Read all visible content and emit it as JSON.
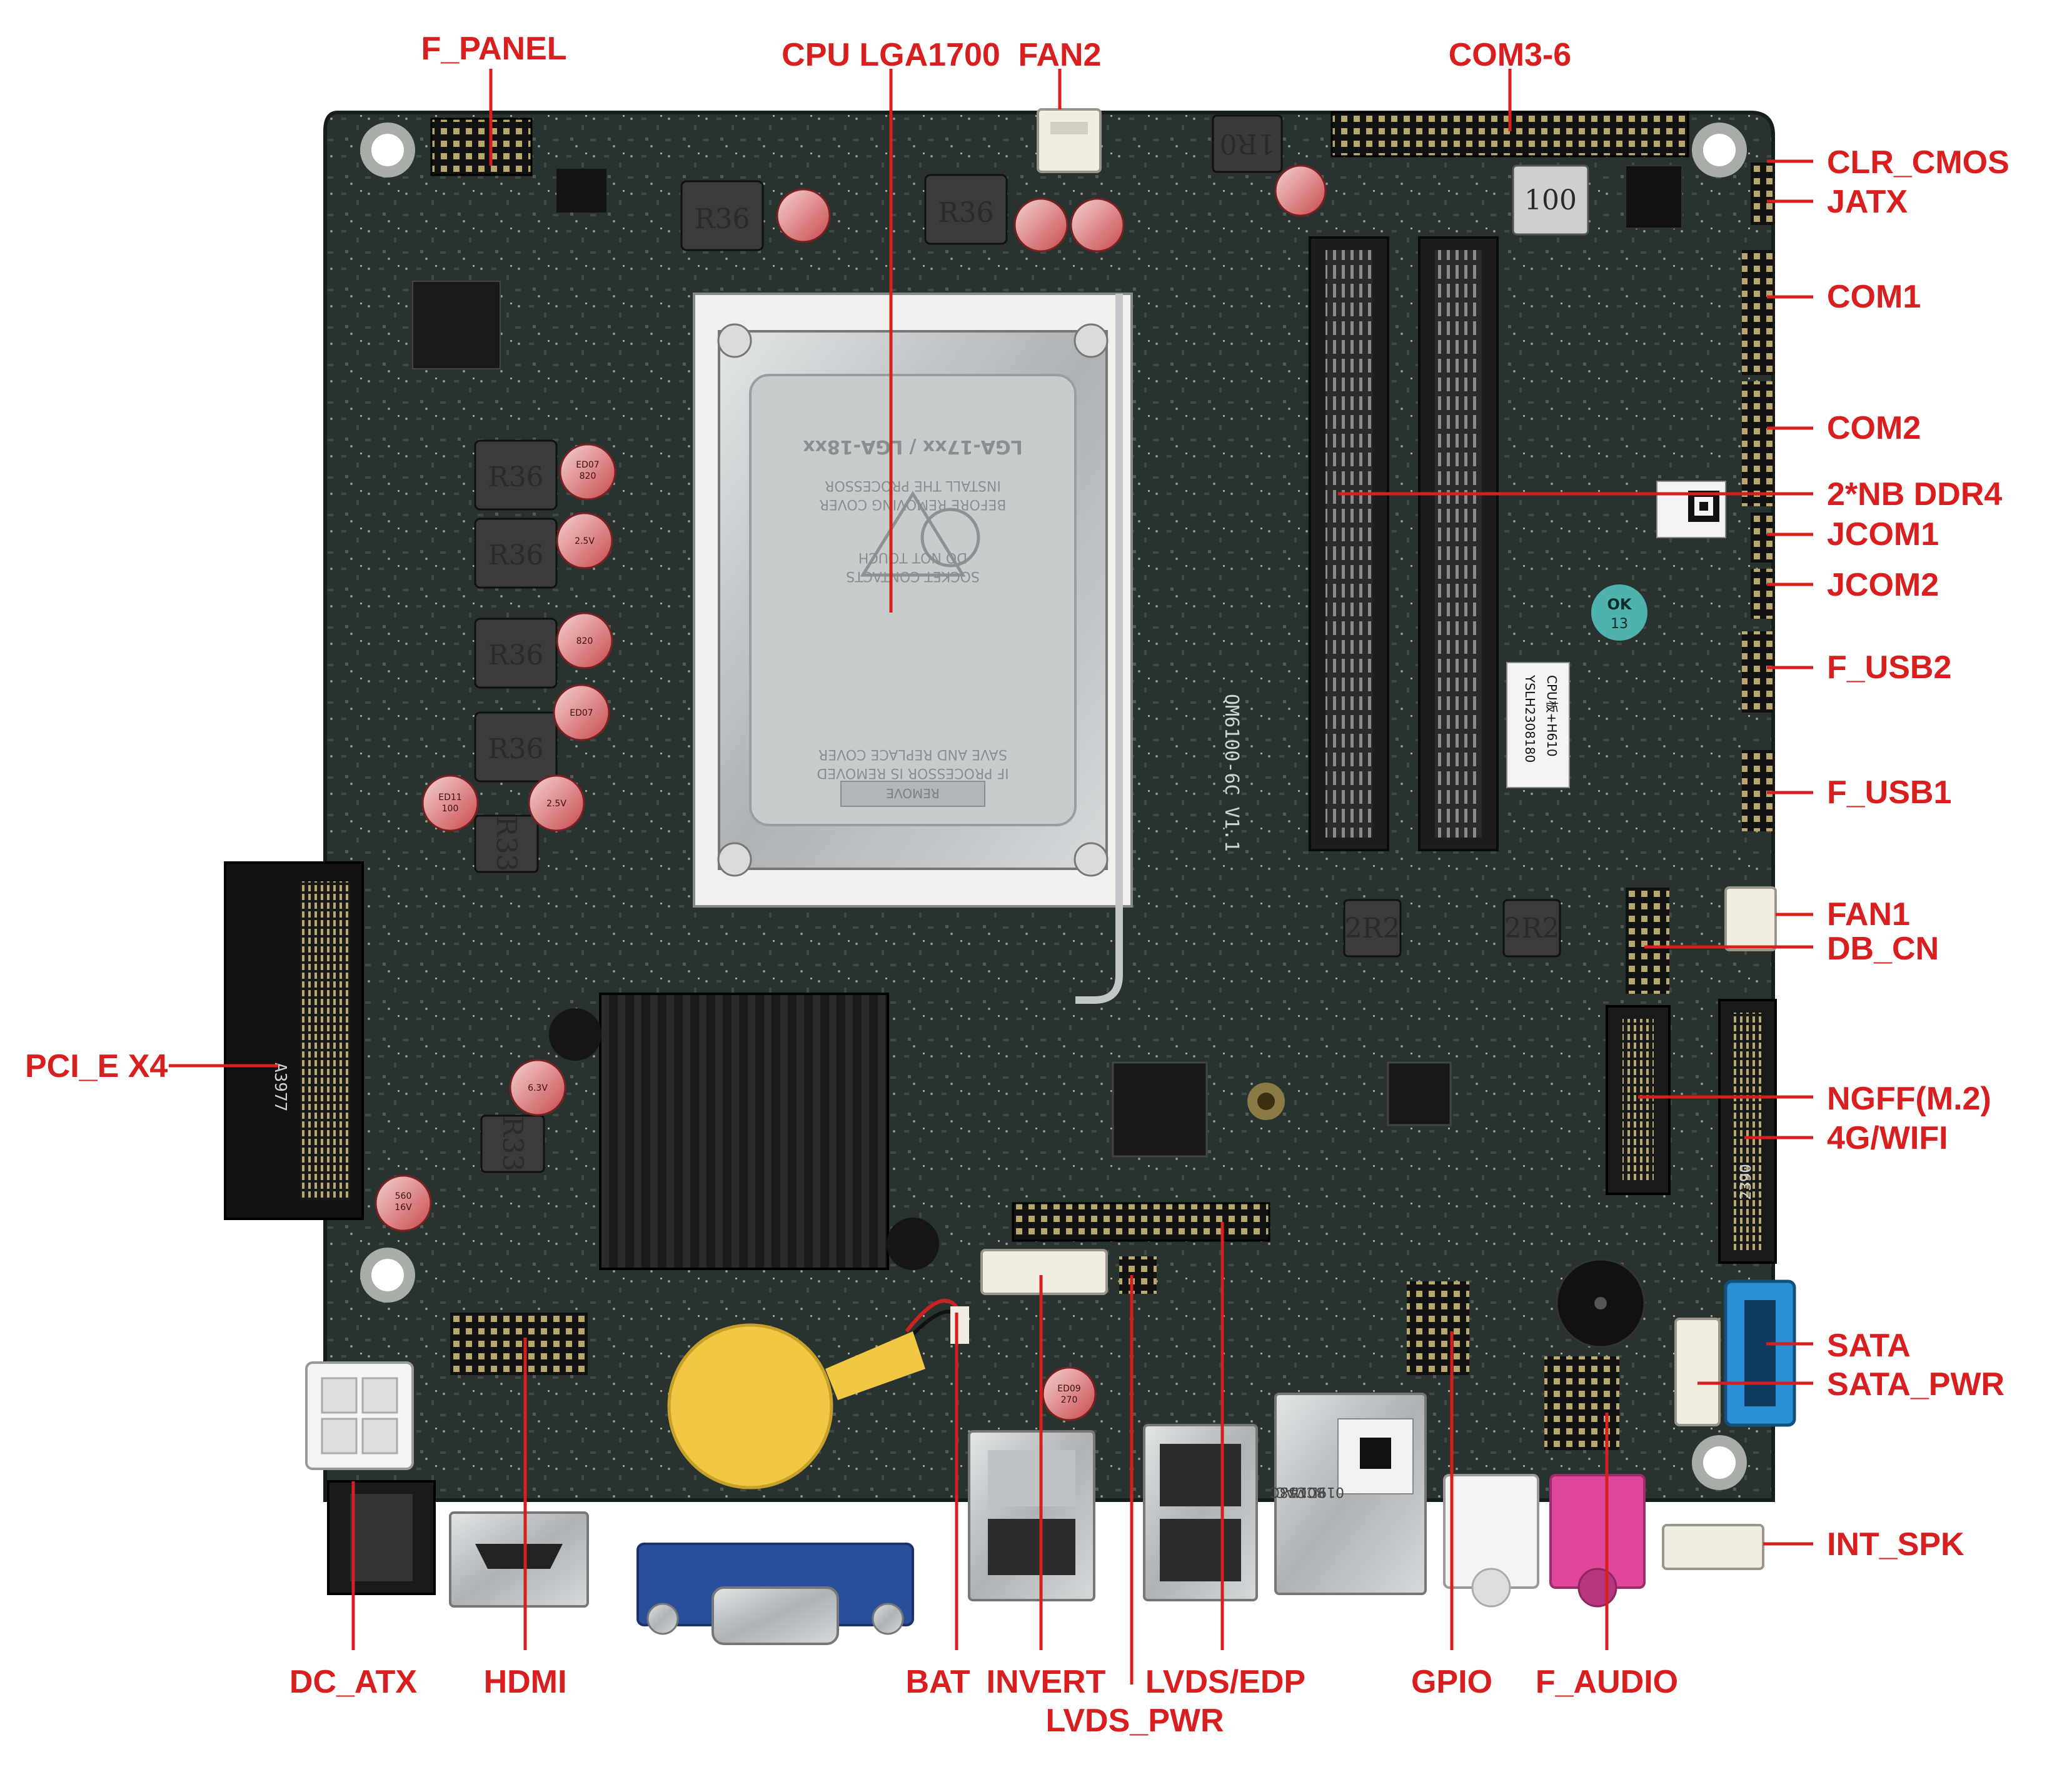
{
  "diagram": {
    "labels": {
      "f_panel": "F_PANEL",
      "cpu": "CPU LGA1700",
      "fan2": "FAN2",
      "com3_6": "COM3-6",
      "clr_cmos": "CLR_CMOS",
      "jatx": "JATX",
      "com1": "COM1",
      "com2": "COM2",
      "ddr4": "2*NB DDR4",
      "jcom1": "JCOM1",
      "jcom2": "JCOM2",
      "f_usb2": "F_USB2",
      "f_usb1": "F_USB1",
      "fan1": "FAN1",
      "db_cn": "DB_CN",
      "pcie": "PCI_E X4",
      "ngff": "NGFF(M.2)",
      "wifi": "4G/WIFI",
      "sata": "SATA",
      "sata_pwr": "SATA_PWR",
      "int_spk": "INT_SPK",
      "dc_atx": "DC_ATX",
      "hdmi": "HDMI",
      "bat": "BAT",
      "invert": "INVERT",
      "lvds_edp": "LVDS/EDP",
      "lvds_pwr": "LVDS_PWR",
      "gpio": "GPIO",
      "f_audio": "F_AUDIO"
    },
    "board_print": {
      "inductor": "R36",
      "inductor_small": "R33",
      "inductor_2r2": "2R2",
      "inductor_1r0": "1R0",
      "inductor_100": "100",
      "socket_title": "LGA-17xx / LGA-18xx",
      "socket_line1": "INSTALL THE PROCESSOR",
      "socket_line2": "BEFORE REMOVING COVER",
      "socket_line3": "DO NOT TOUCH",
      "socket_line4": "SOCKET CONTACTS",
      "socket_line5": "SAVE AND REPLACE COVER",
      "socket_line6": "IF PROCESSOR IS REMOVED",
      "remove": "REMOVE",
      "model": "QM6100-6C V1.1",
      "sticker1": "YSLH2308180",
      "sticker2": "CPU板+H610",
      "ok": "OK",
      "ok_num": "13",
      "pcie_code": "A3977",
      "m2_code": "2390",
      "mac1": "MAC",
      "mac2": "BCC58C",
      "mac3": "019D14",
      "cap1": "ED07",
      "cap2": "820",
      "cap3": "2.5V",
      "cap4": "ED11",
      "cap5": "100",
      "cap6": "6.3V",
      "cap7": "560",
      "cap8": "ED09",
      "cap9": "270",
      "cap10": "16V"
    }
  },
  "colors": {
    "label": "#d81e1e",
    "pcb": "#283330",
    "pcb_dark": "#1c2522",
    "silkscreen": "#cfd6d2",
    "heatsink": "#151515",
    "battery": "#f2c744",
    "sata": "#2b8fd6",
    "audio_pink": "#e0479a",
    "vga_blue": "#2a4f9a"
  }
}
